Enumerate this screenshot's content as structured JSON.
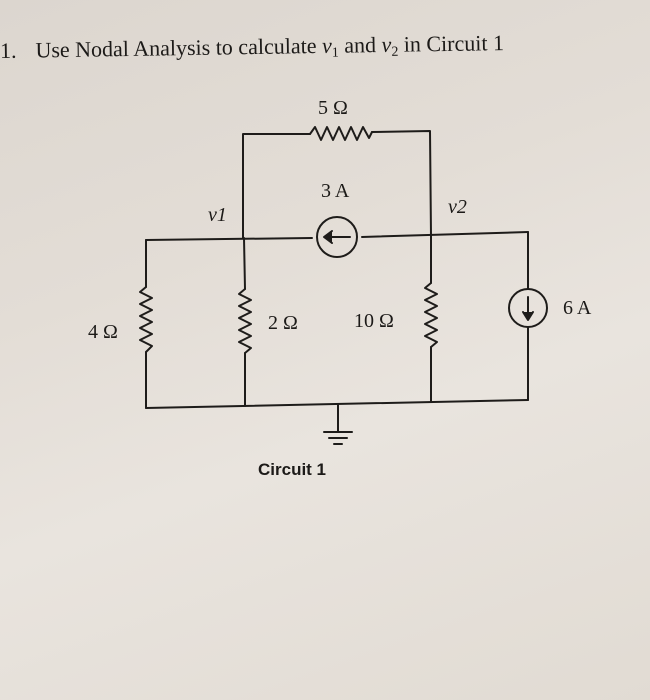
{
  "problem": {
    "number": "1.",
    "text_before": "Use Nodal Analysis to calculate",
    "v1_var": "v",
    "v1_sub": "1",
    "text_mid": "and",
    "v2_var": "v",
    "v2_sub": "2",
    "text_after": "in Circuit 1"
  },
  "circuit": {
    "r_top": "5 Ω",
    "src_3a": "3 A",
    "node_v1": "v1",
    "node_v2": "v2",
    "r_4": "4 Ω",
    "r_2": "2 Ω",
    "r_10": "10 Ω",
    "src_6a": "6 A",
    "caption": "Circuit 1"
  }
}
